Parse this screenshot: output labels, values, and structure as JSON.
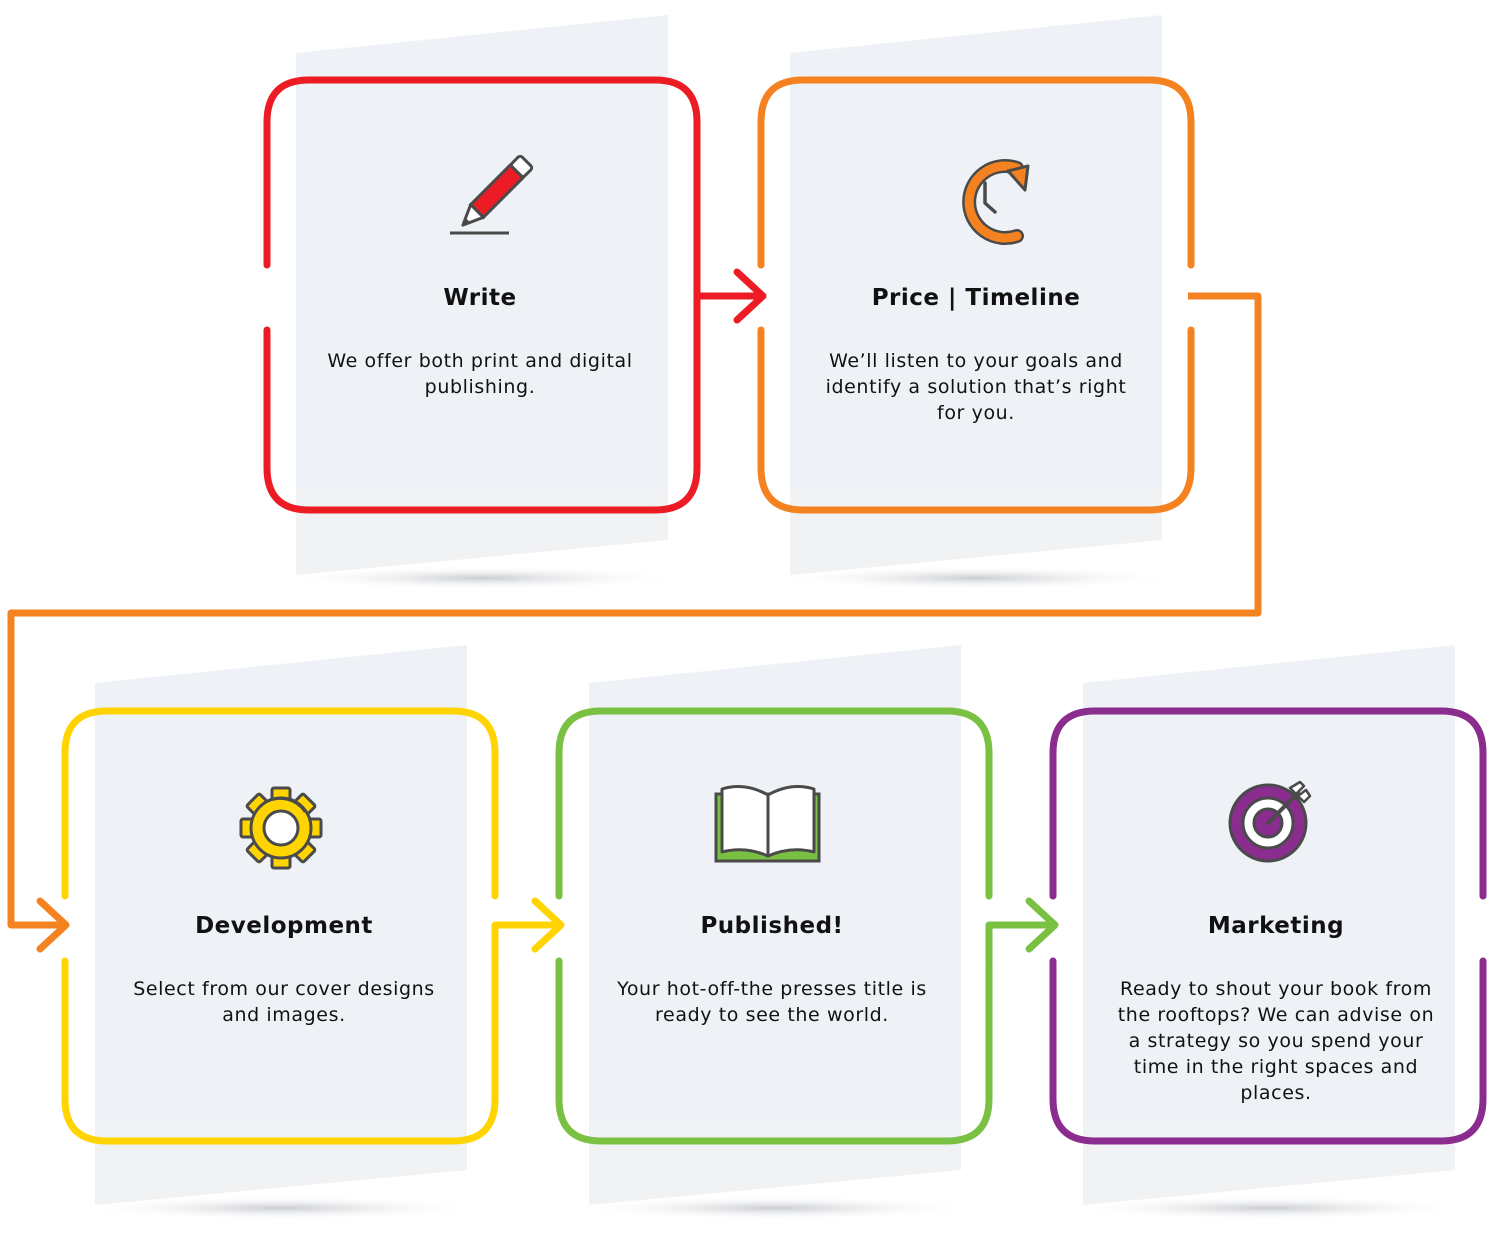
{
  "steps": [
    {
      "title": "Write",
      "description": "We offer both print and digital publishing.",
      "color": "#ec1c24",
      "icon": "pencil-icon"
    },
    {
      "title": "Price | Timeline",
      "description": "We’ll listen to your goals and identify a solution that’s right for you.",
      "color": "#f58220",
      "icon": "clock-refresh-icon"
    },
    {
      "title": "Development",
      "description": "Select from our cover designs and images.",
      "color": "#ffd400",
      "icon": "gear-icon"
    },
    {
      "title": "Published!",
      "description": "Your hot-off-the presses title is ready to see the world.",
      "color": "#7ac143",
      "icon": "open-book-icon"
    },
    {
      "title": "Marketing",
      "description": "Ready to shout your book from the rooftops? We can advise on a strategy so you spend your time in the right spaces and places.",
      "color": "#8b2c8f",
      "icon": "target-icon"
    }
  ],
  "colors": {
    "card_background": "#eef1f6",
    "icon_stroke": "#4a4a4a"
  }
}
